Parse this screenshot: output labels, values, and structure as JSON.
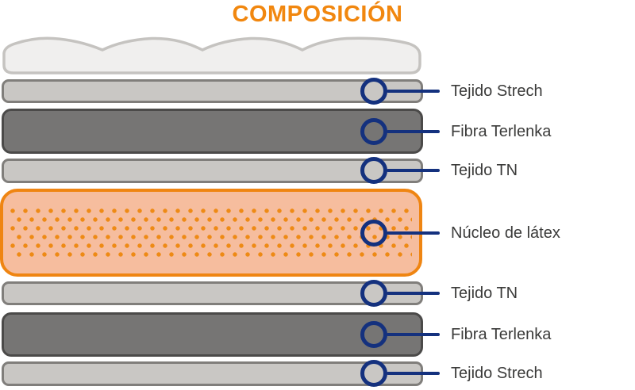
{
  "title": {
    "label": "COMPOSICIÓN"
  },
  "colors": {
    "title_orange": "#F1870F",
    "callout_navy": "#14317E",
    "core_fill": "#F6BD9E",
    "core_border": "#EF8512",
    "core_dots": "#EE8A15",
    "dark_layer_fill": "#767574",
    "dark_layer_border": "#4B4A49",
    "light_layer_fill": "#C9C7C4",
    "light_layer_border": "#807E7B",
    "pillow_top_fill": "#F0EFEE",
    "pillow_top_border": "#C5C3C0",
    "label_text": "#3B3B3A"
  },
  "layers": [
    {
      "name": "pillow-top",
      "label": ""
    },
    {
      "name": "tejido-strech-top",
      "label": "Tejido Strech"
    },
    {
      "name": "fibra-terlenka-top",
      "label": "Fibra Terlenka"
    },
    {
      "name": "tejido-tn-top",
      "label": "Tejido TN"
    },
    {
      "name": "nucleo-de-latex",
      "label": "Núcleo de látex"
    },
    {
      "name": "tejido-tn-bottom",
      "label": "Tejido TN"
    },
    {
      "name": "fibra-terlenka-bottom",
      "label": "Fibra Terlenka"
    },
    {
      "name": "tejido-strech-bottom",
      "label": "Tejido Strech"
    }
  ]
}
